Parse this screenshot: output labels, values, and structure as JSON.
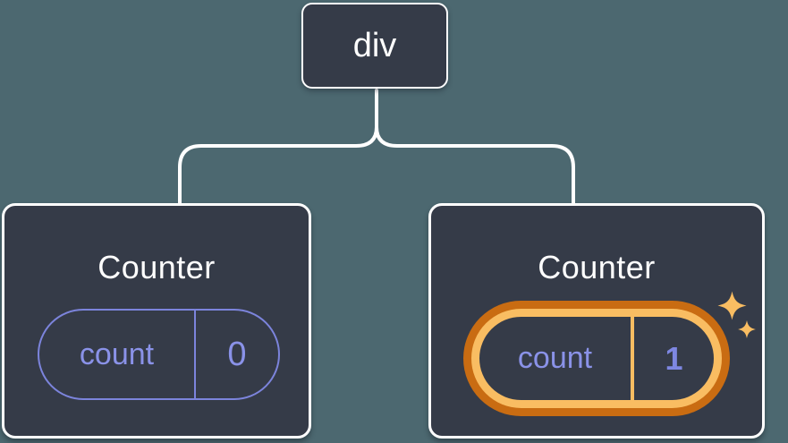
{
  "root_node": {
    "label": "div"
  },
  "counters": [
    {
      "title": "Counter",
      "state": {
        "key": "count",
        "value": "0"
      },
      "highlighted": false
    },
    {
      "title": "Counter",
      "state": {
        "key": "count",
        "value": "1"
      },
      "highlighted": true,
      "badge_icon": "sparkles-icon"
    }
  ],
  "colors": {
    "canvas_background": "#4C6870",
    "node_background": "#353B48",
    "node_border": "#FFFFFF",
    "connector": "#FFFFFF",
    "state_text": "#8A92E8",
    "state_border": "#7C84DC",
    "state_value_highlighted": "#7E87E2",
    "highlight_ring_outer": "#C96C12",
    "highlight_ring_inner": "#F9BD62",
    "sparkle": "#F9BD62"
  }
}
